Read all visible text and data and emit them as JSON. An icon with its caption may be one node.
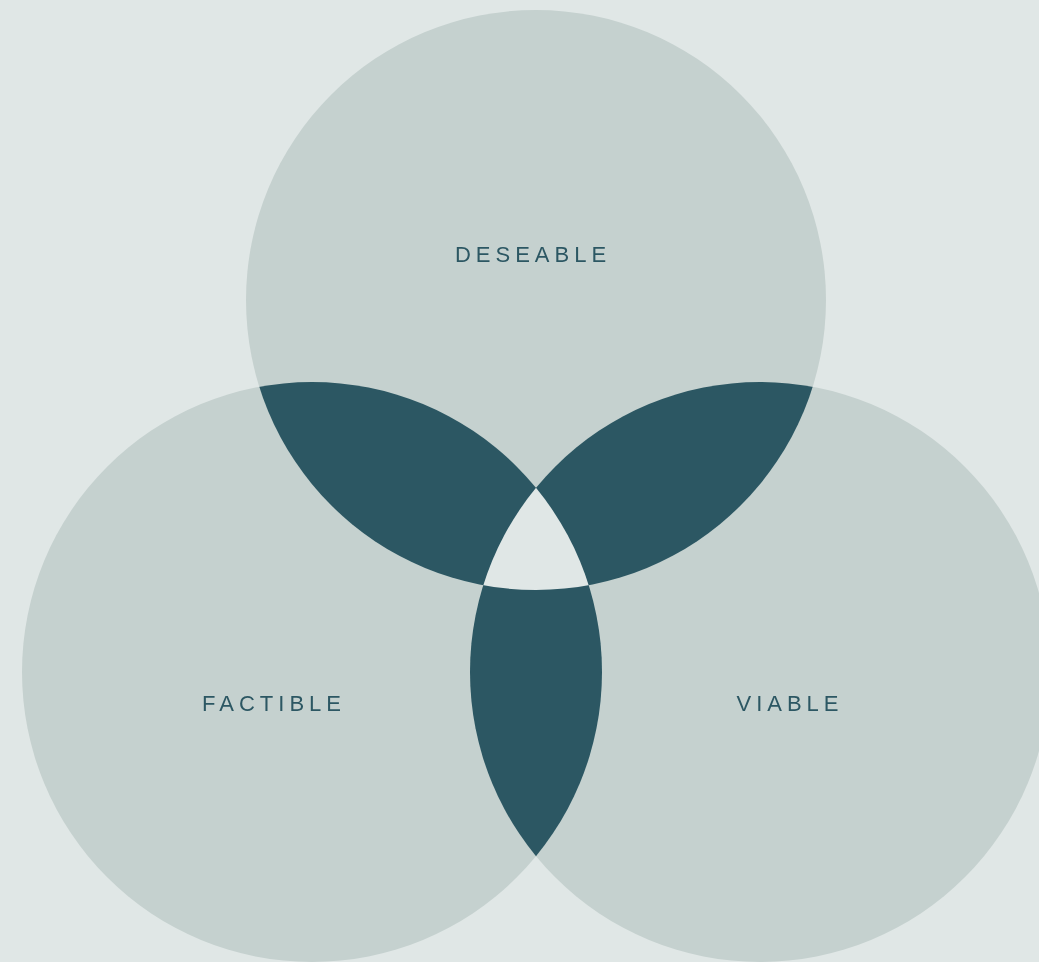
{
  "diagram": {
    "nodes": [
      {
        "text": [
          "DESEABLE"
        ]
      },
      {
        "text": [
          "FACTIBLE"
        ]
      },
      {
        "text": [
          "VIABLE"
        ]
      }
    ]
  }
}
